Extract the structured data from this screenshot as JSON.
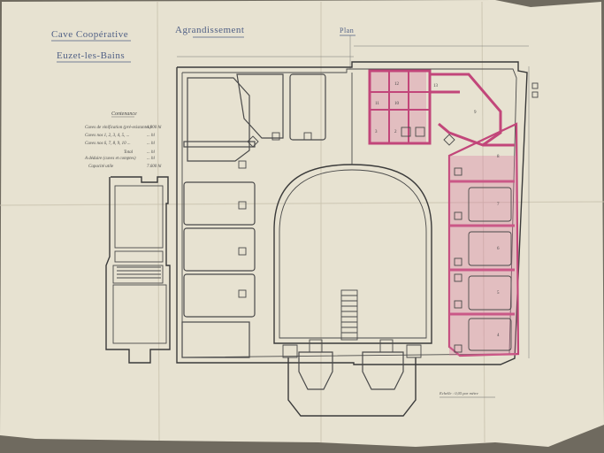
{
  "drawing": {
    "title_line1": "Cave Coopérative",
    "title_line2": "Euzet-les-Bains",
    "title_center": "Agrandissement",
    "title_right": "Plan",
    "scale_note": "Echelle : 0,05 par mètre",
    "legend": {
      "heading": "Contenance",
      "rows": [
        {
          "label": "Cuves de vinification (pré-existantes)",
          "value": "1.800 hl"
        },
        {
          "label": "Cuves nos 1, 2, 3, 4, 5, ...",
          "value": "... hl"
        },
        {
          "label": "Cuves nos 6, 7, 8, 9, 10 ...",
          "value": "... hl"
        },
        {
          "label": "Total",
          "value": "... hl"
        },
        {
          "label": "A déduire (cuves et comptes)",
          "value": "... hl"
        },
        {
          "label": "Capacité utile",
          "value": "7.600 hl"
        }
      ]
    },
    "room_numbers": [
      "12",
      "13",
      "11",
      "10",
      "9",
      "8",
      "7",
      "6",
      "5",
      "4",
      "3",
      "2"
    ]
  }
}
